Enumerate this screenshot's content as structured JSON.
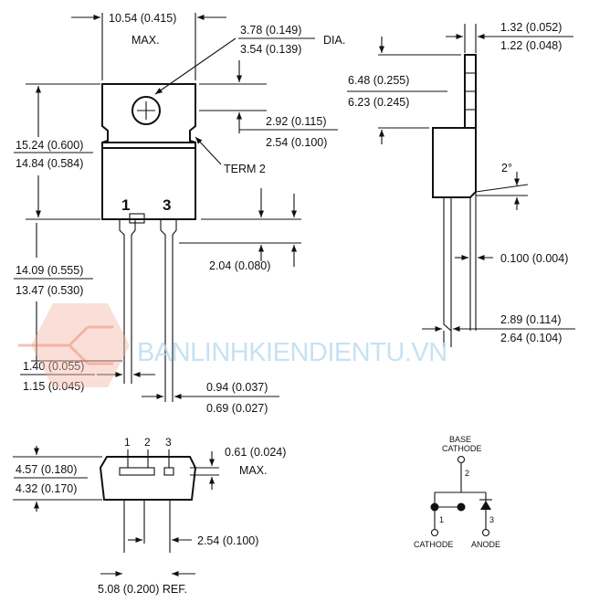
{
  "colors": {
    "ink": "#111111",
    "watermark": "#b9dcef",
    "watermark_logo": "#f2b6a4"
  },
  "front_view": {
    "width_max": "10.54 (0.415)",
    "width_max_suffix": "MAX.",
    "hole_dia_max": "3.78 (0.149)",
    "hole_dia_min": "3.54 (0.139)",
    "hole_dia_suffix": "DIA.",
    "height_max": "15.24 (0.600)",
    "height_min": "14.84 (0.584)",
    "hole_pos_max": "2.92 (0.115)",
    "hole_pos_min": "2.54 (0.100)",
    "term_label": "TERM 2",
    "pin_1": "1",
    "pin_3": "3",
    "lead_len_max": "14.09 (0.555)",
    "lead_len_min": "13.47 (0.530)",
    "shoulder": "2.04 (0.080)",
    "lead_w_max": "1.40 (0.055)",
    "lead_w_min": "1.15 (0.045)",
    "lead_t_max": "0.94 (0.037)",
    "lead_t_min": "0.69 (0.027)"
  },
  "side_view": {
    "tab_t_max": "1.32 (0.052)",
    "tab_t_min": "1.22 (0.048)",
    "tab_h_max": "6.48 (0.255)",
    "tab_h_min": "6.23 (0.245)",
    "angle": "2°",
    "offset": "0.100 (0.004)",
    "body_t_max": "2.89 (0.114)",
    "body_t_min": "2.64 (0.104)"
  },
  "bottom_view": {
    "pin_1": "1",
    "pin_2": "2",
    "pin_3": "3",
    "depth_max": "4.57 (0.180)",
    "depth_min": "4.32 (0.170)",
    "gap_max": "0.61 (0.024)",
    "gap_suffix": "MAX.",
    "pitch": "2.54 (0.100)",
    "span": "5.08 (0.200) REF."
  },
  "schematic": {
    "base_line1": "BASE",
    "base_line2": "CATHODE",
    "node_2": "2",
    "node_1": "1",
    "node_3": "3",
    "cathode": "CATHODE",
    "anode": "ANODE"
  },
  "watermark": "BANLINHKIENDIENTU.VN"
}
